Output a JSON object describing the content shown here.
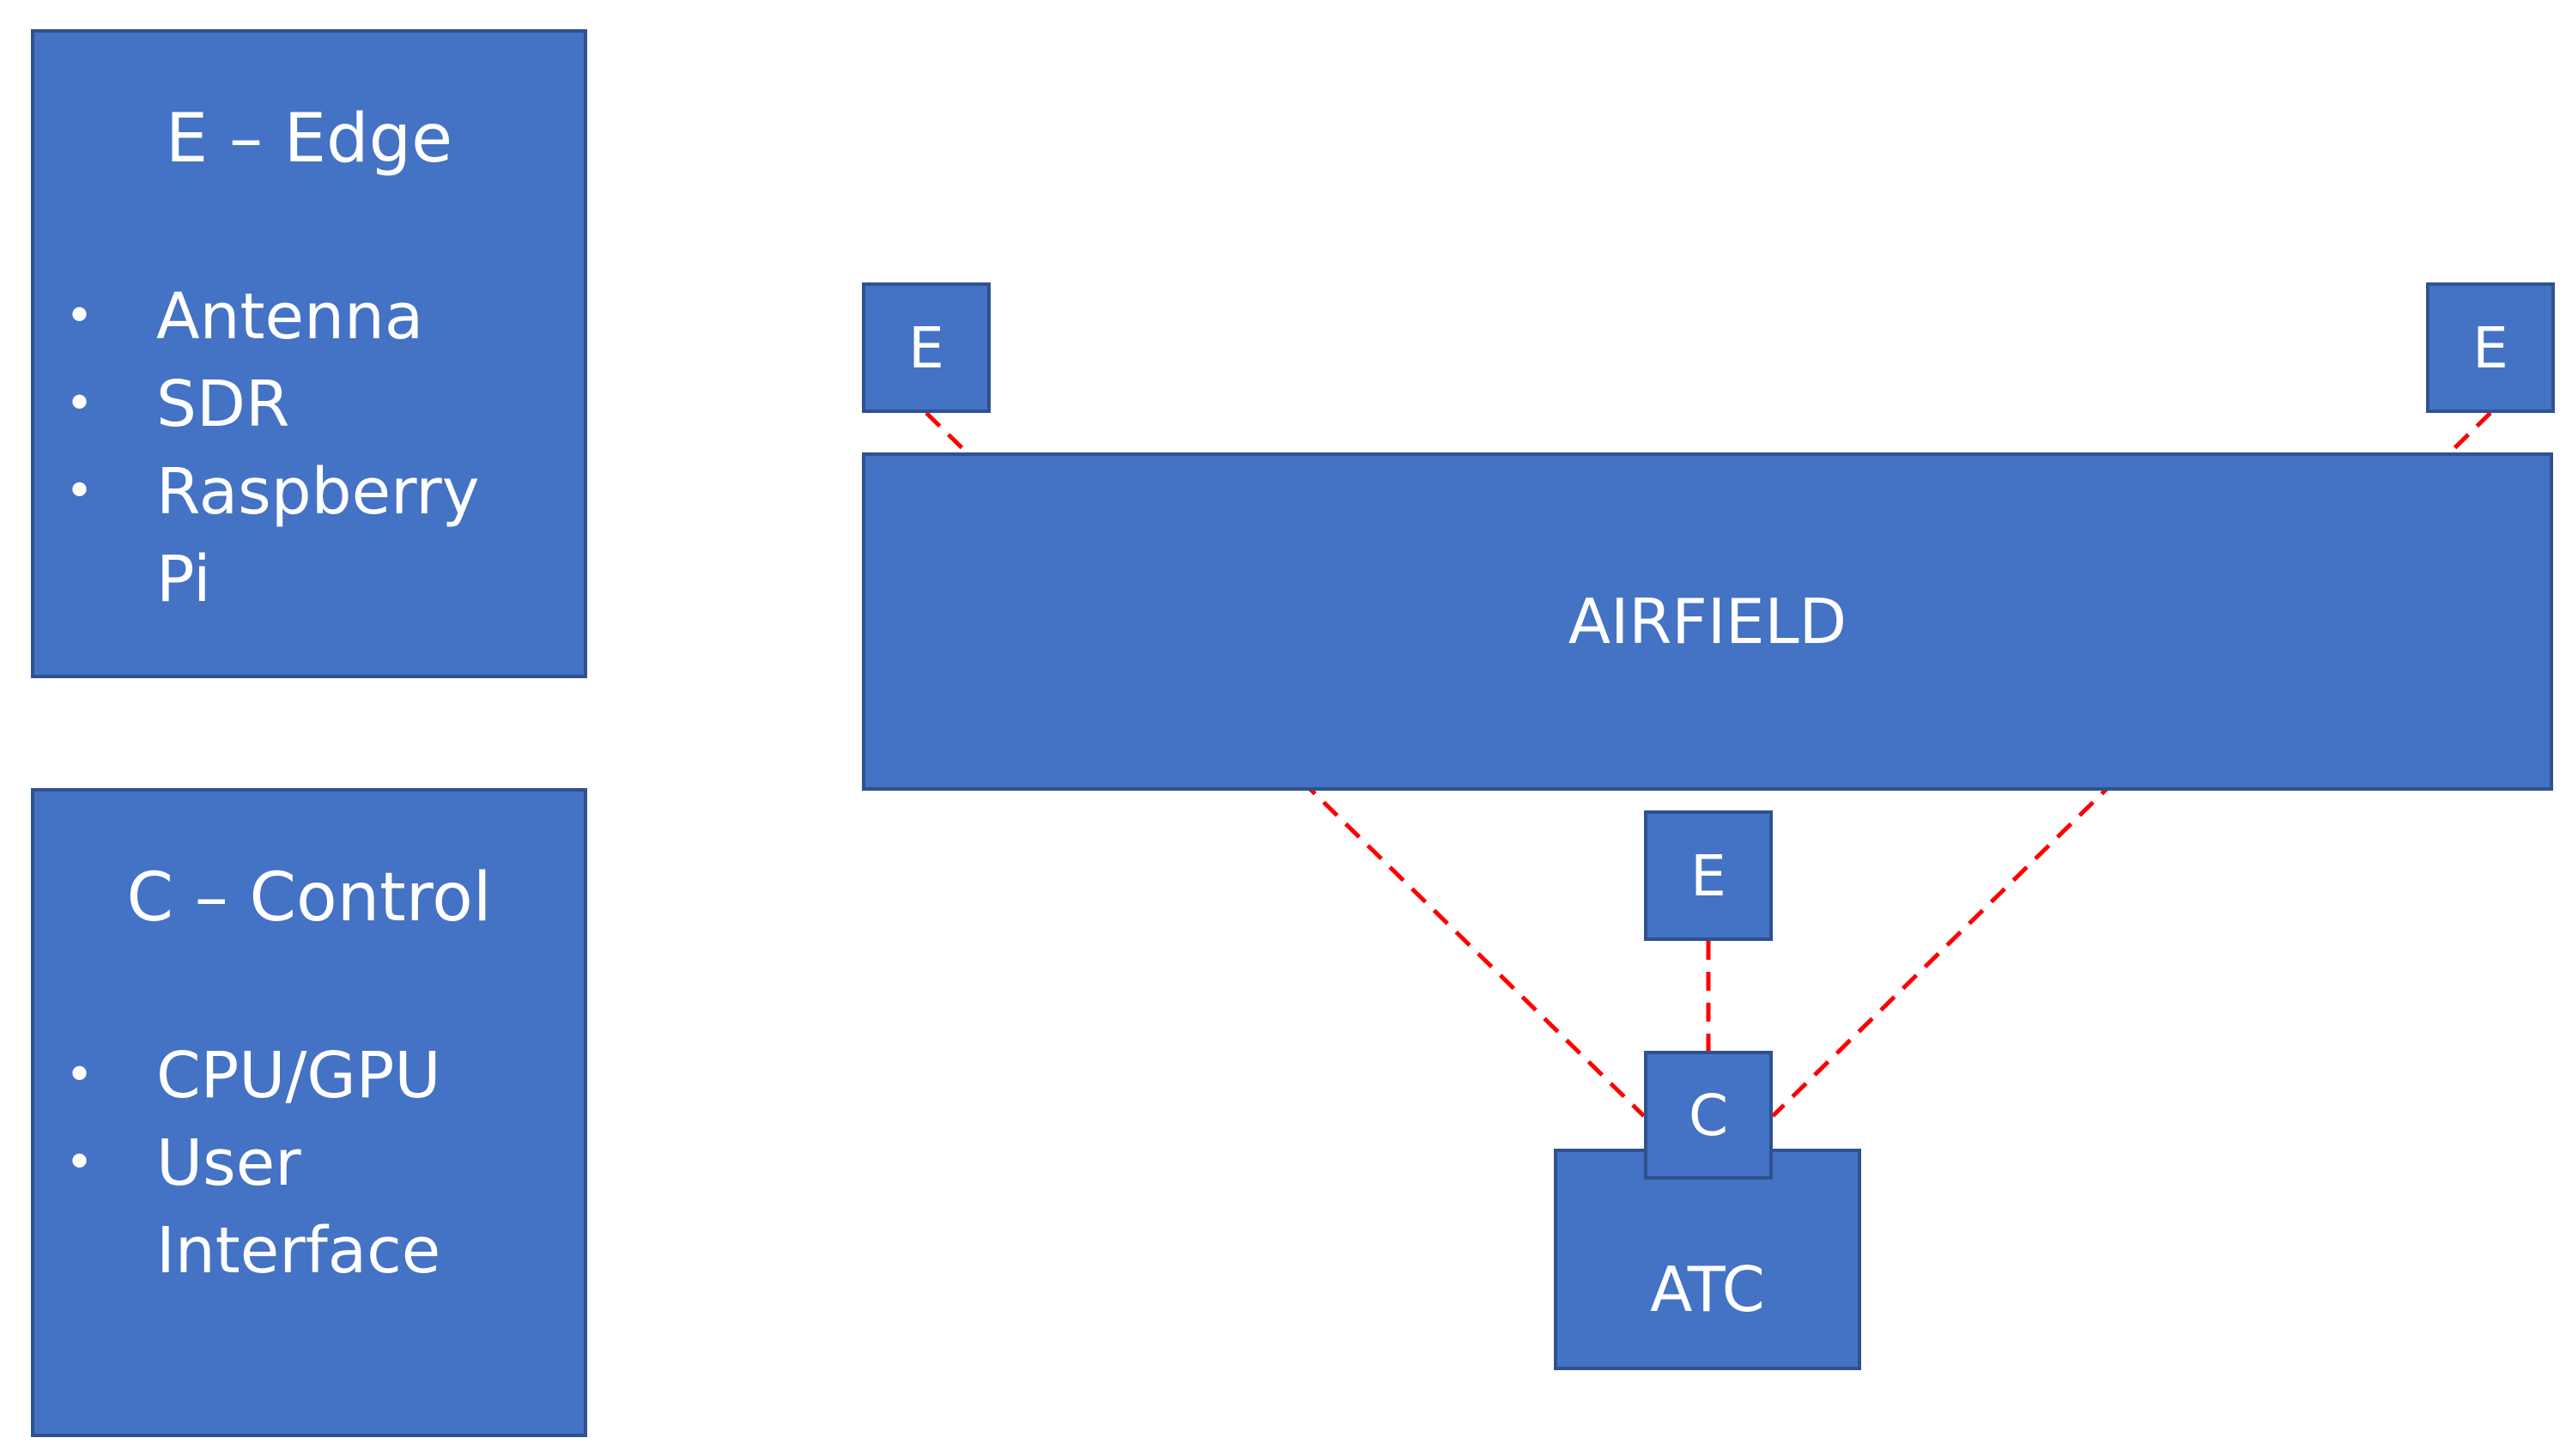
{
  "legend_edge": {
    "title": "E – Edge",
    "items": [
      "Antenna",
      "SDR",
      "Raspberry Pi"
    ]
  },
  "legend_control": {
    "title": "C – Control",
    "items": [
      "CPU/GPU",
      "User Interface"
    ]
  },
  "diagram": {
    "airfield_label": "AIRFIELD",
    "edge_left_label": "E",
    "edge_right_label": "E",
    "edge_center_label": "E",
    "control_label": "C",
    "atc_label": "ATC"
  },
  "colors": {
    "box_fill": "#4472c4",
    "box_border": "#2f528f",
    "text": "#ffffff",
    "link": "#ff0000"
  }
}
